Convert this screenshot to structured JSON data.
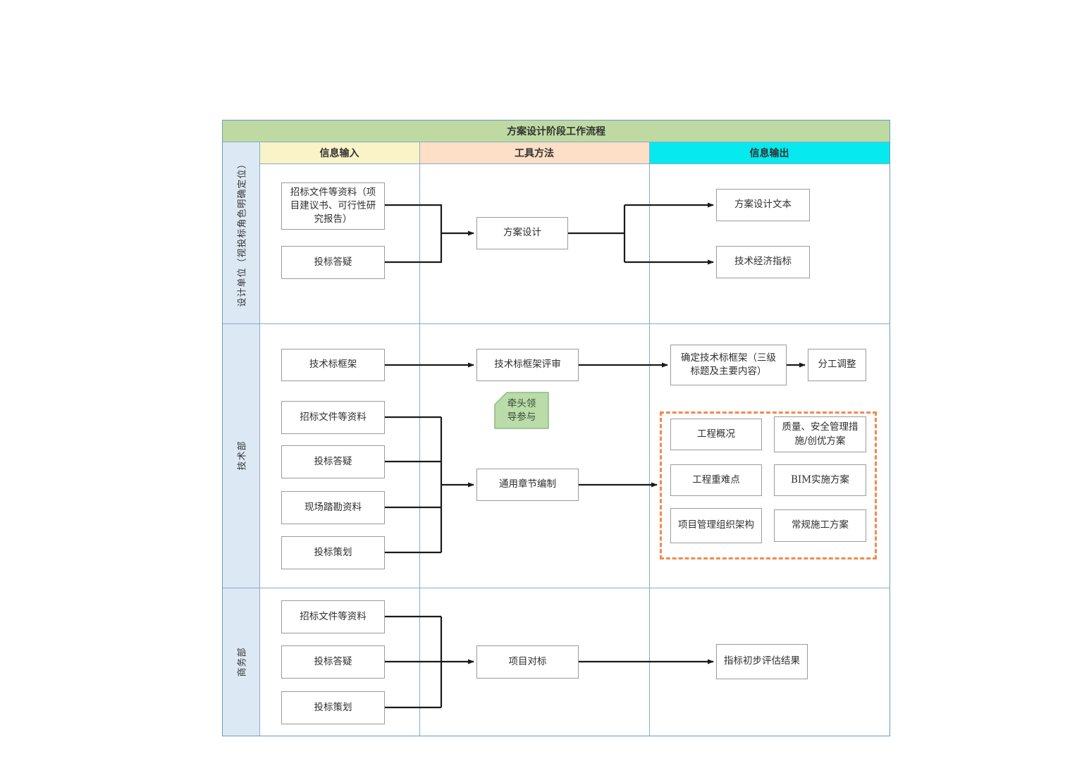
{
  "title": "方案设计阶段工作流程",
  "columns": {
    "input": "信息输入",
    "tools": "工具方法",
    "output": "信息输出"
  },
  "note": "牵头领导参与",
  "lanes": {
    "design_unit": {
      "label": "设计单位（视投标角色明确定位）",
      "inputs": [
        "招标文件等资料（项目建议书、可行性研究报告）",
        "投标答疑"
      ],
      "tools": [
        "方案设计"
      ],
      "outputs": [
        "方案设计文本",
        "技术经济指标"
      ]
    },
    "tech": {
      "label": "技术部",
      "inputs": [
        "技术标框架",
        "招标文件等资料",
        "投标答疑",
        "现场踏勘资料",
        "投标策划"
      ],
      "tools": [
        "技术标框架评审",
        "通用章节编制"
      ],
      "outputs": [
        "确定技术标框架（三级标题及主要内容）",
        "分工调整"
      ],
      "deliverables": [
        "工程概况",
        "质量、安全管理措施/创优方案",
        "工程重难点",
        "BIM实施方案",
        "项目管理组织架构",
        "常规施工方案"
      ]
    },
    "biz": {
      "label": "商务部",
      "inputs": [
        "招标文件等资料",
        "投标答疑",
        "投标策划"
      ],
      "tools": [
        "项目对标"
      ],
      "outputs": [
        "指标初步评估结果"
      ]
    }
  },
  "colors": {
    "title_bg": "#bedaa2",
    "input_header_bg": "#fbf3c8",
    "tools_header_bg": "#fcdfc6",
    "output_header_bg": "#06e9ee",
    "lane_label_bg": "#dce9f4",
    "note_bg": "#b9dca8",
    "deliverables_border": "#f28a4d",
    "grid_line": "#86adc9",
    "box_border": "#9b9b9b",
    "arrow": "#1a1a1a"
  }
}
